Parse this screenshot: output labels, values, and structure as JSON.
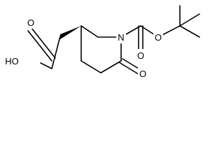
{
  "molecule": {
    "atom_labels": {
      "acid_hydroxyl": "HO",
      "acid_carbonyl_oxygen": "O",
      "ring_nitrogen": "N",
      "lactam_oxygen": "O",
      "carbamate_carbonyl_oxygen": "O",
      "ester_oxygen": "O"
    }
  }
}
